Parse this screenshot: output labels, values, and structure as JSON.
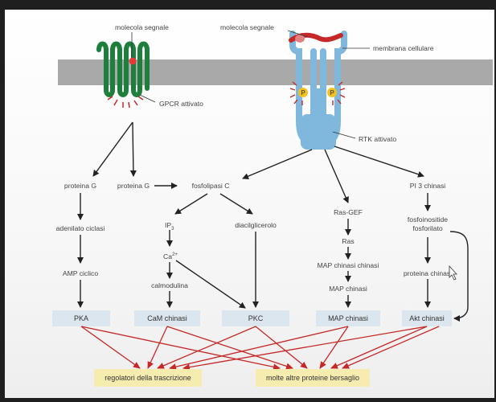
{
  "labels": {
    "signal_1": "molecola segnale",
    "signal_2": "molecola segnale",
    "membrane": "membrana cellulare",
    "gpcr": "GPCR attivato",
    "rtk": "RTK attivato",
    "phospho_1": "P",
    "phospho_2": "P"
  },
  "nodes": {
    "proteina_g_1": "proteina G",
    "proteina_g_2": "proteina G",
    "fosfolipasi_c": "fosfolipasi C",
    "ras_gef": "Ras-GEF",
    "pi3_chinasi": "PI 3 chinasi",
    "adenilato_ciclasi": "adenilato ciclasi",
    "ip3": "IP",
    "ip3_sub": "3",
    "diacilglicerolo": "diacilglicerolo",
    "ras": "Ras",
    "fosfoinositide_1": "fosfoinositide",
    "fosfoinositide_2": "fosforilato",
    "ca": "Ca",
    "ca_sup": "2+",
    "map_chinasi_chinasi": "MAP chinasi chinasi",
    "amp_ciclico": "AMP ciclico",
    "calmodulina": "calmodulina",
    "map_chinasi": "MAP chinasi",
    "proteina_chinasi": "proteina chinasi"
  },
  "kinases": [
    "PKA",
    "CaM chinasi",
    "PKC",
    "MAP chinasi",
    "Akt chinasi"
  ],
  "targets": {
    "regolatori": "regolatori della trascrizione",
    "bersaglio": "molte altre proteine bersaglio"
  },
  "colors": {
    "membrane": "#a9a9a9",
    "gpcr": "#1e7f3c",
    "rtk": "#7fb8dc",
    "ligand": "#c0392b",
    "kinase_box": "#dbe6ee",
    "target_box": "#f6ecb0",
    "red_arrow": "#c62828",
    "black_arrow": "#222222"
  }
}
